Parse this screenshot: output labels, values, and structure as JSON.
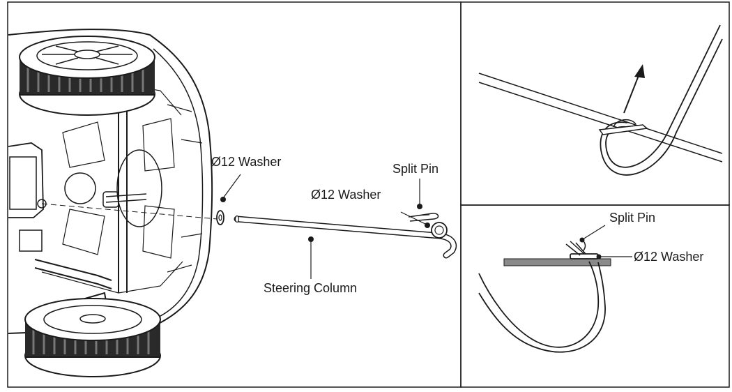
{
  "main_panel": {
    "labels": {
      "washer_left": "Ø12 Washer",
      "split_pin": "Split Pin",
      "washer_right": "Ø12 Washer",
      "steering_column": "Steering Column"
    }
  },
  "detail_bottom": {
    "labels": {
      "split_pin": "Split Pin",
      "washer": "Ø12 Washer"
    }
  },
  "colors": {
    "line": "#1a1a1a",
    "plate": "#8a8a8a",
    "tire": "#2a2a2a"
  }
}
